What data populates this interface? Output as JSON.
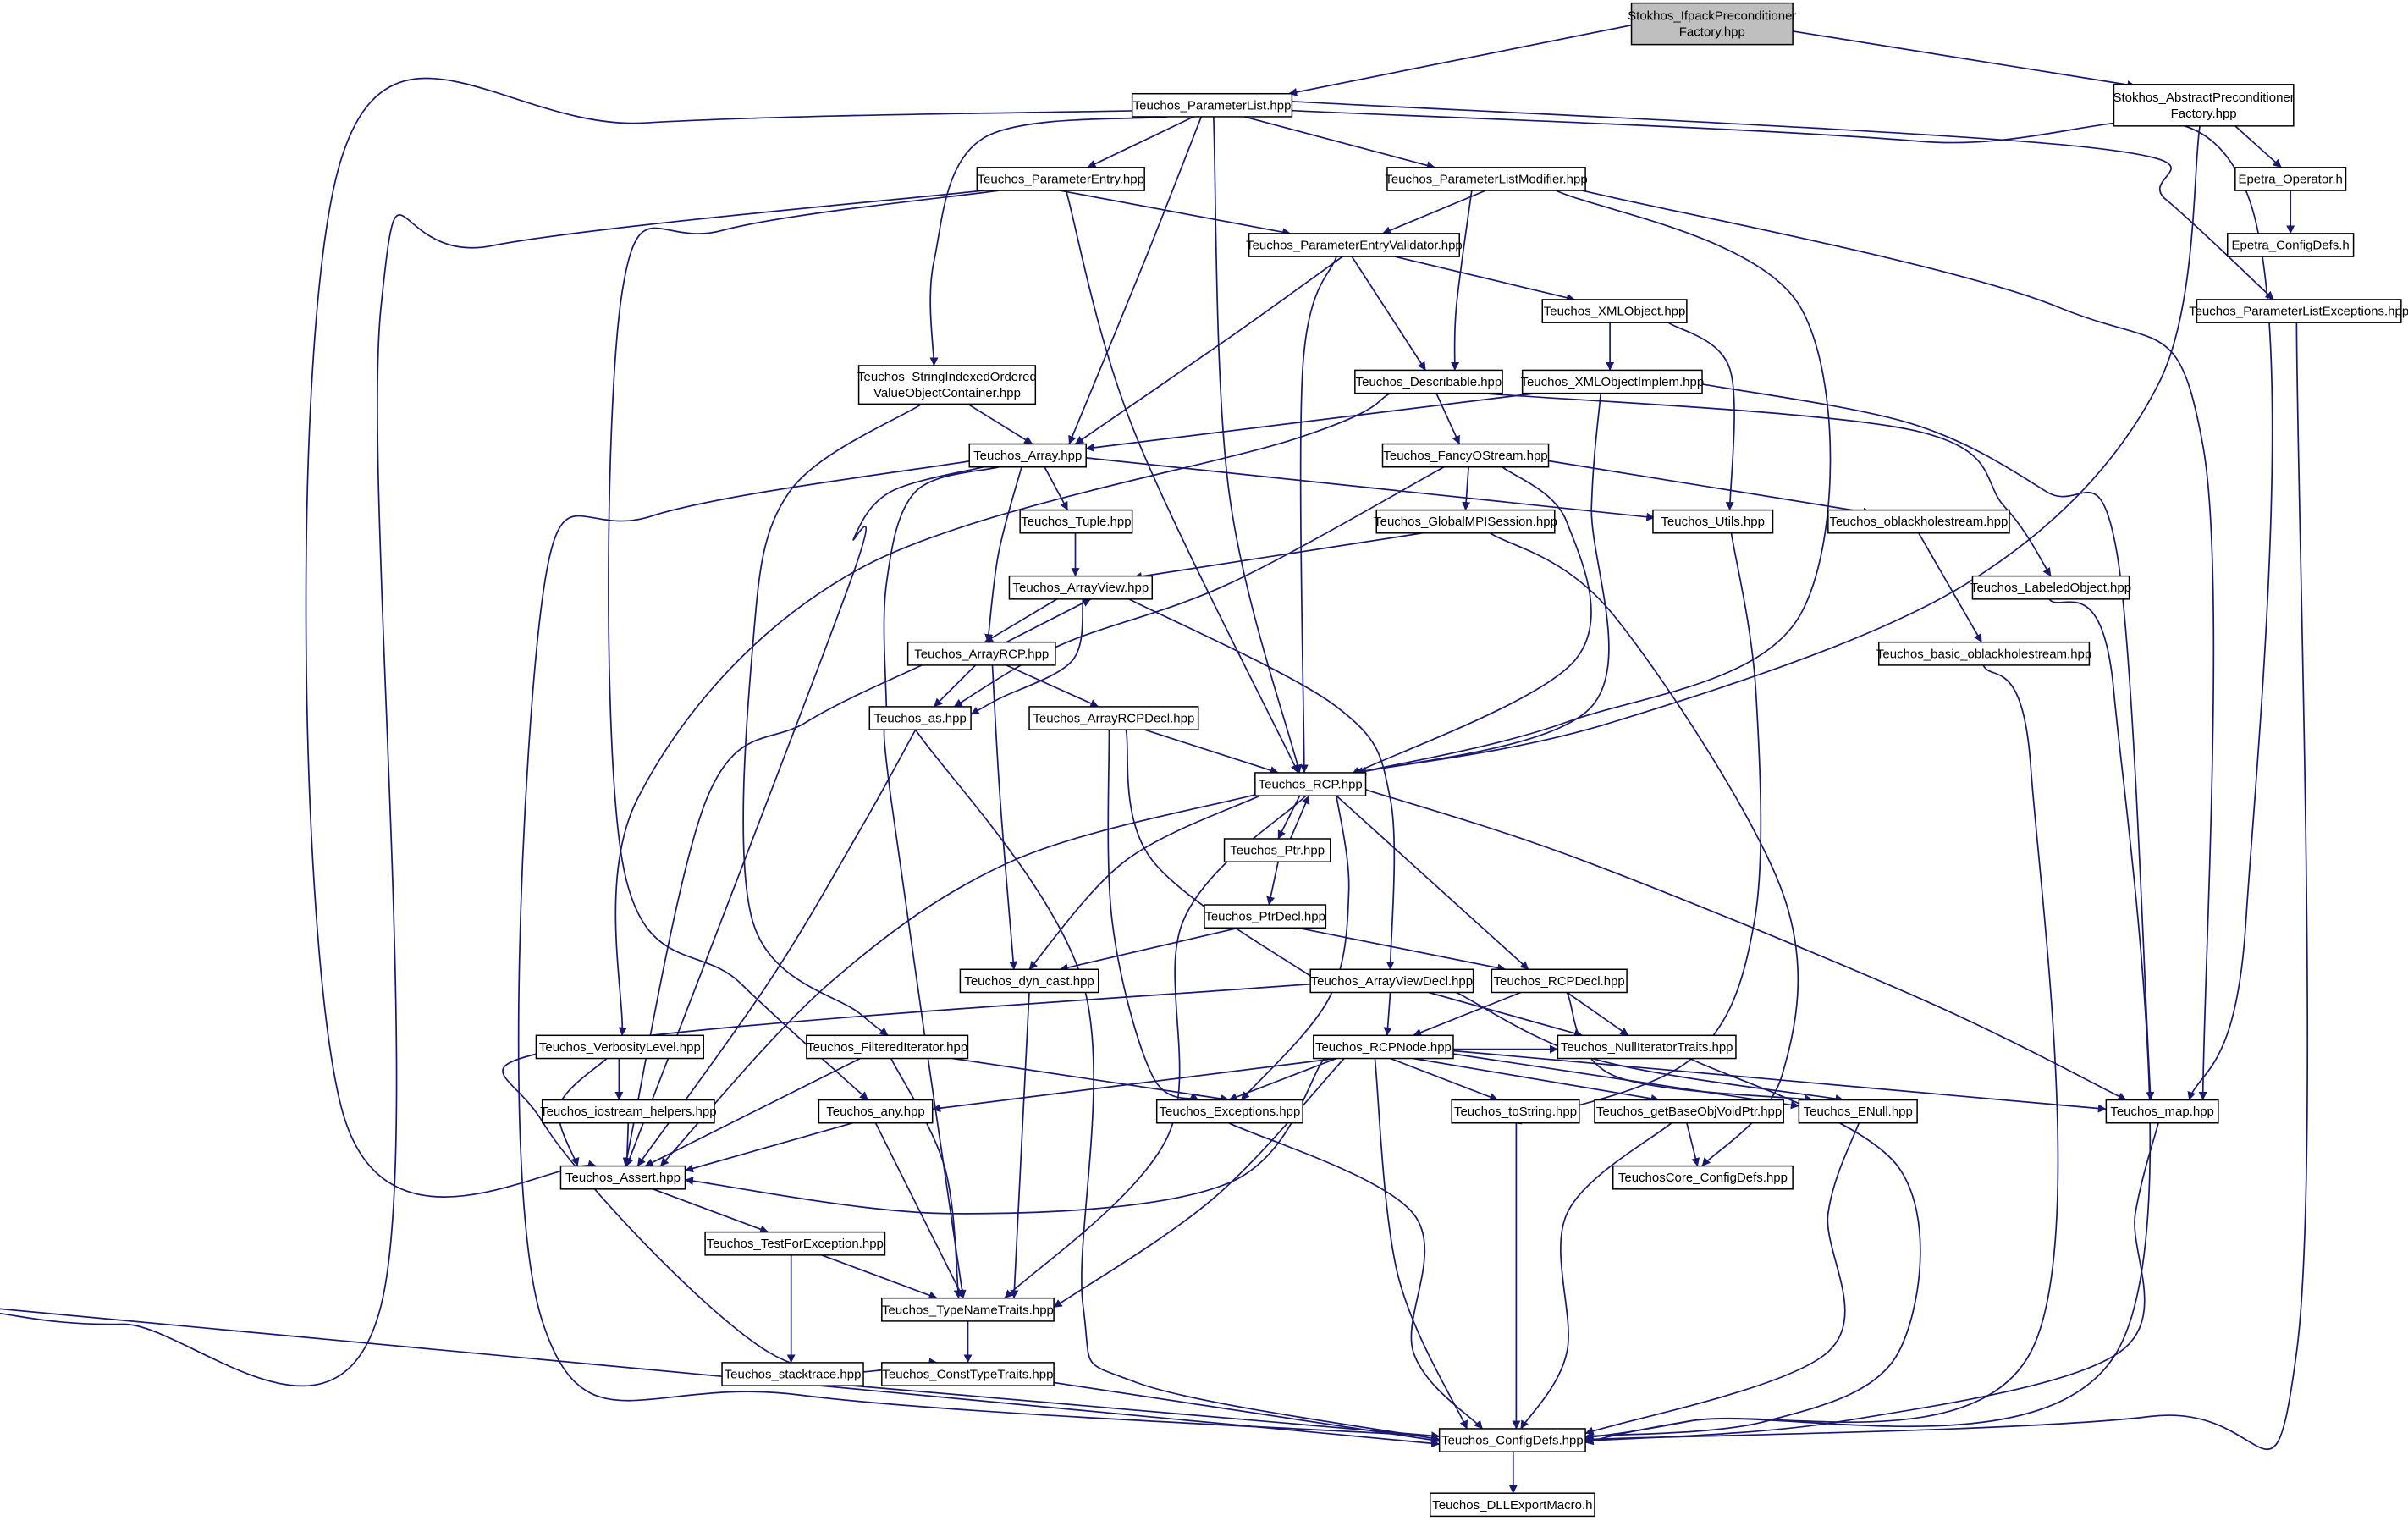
{
  "colors": {
    "edge": "#191970",
    "node_fill": "#ffffff",
    "root_fill": "#bfbfbf",
    "node_border": "#000000"
  },
  "nodes": {
    "root": {
      "lines": [
        "Stokhos_IfpackPreconditioner",
        "Factory.hpp"
      ]
    },
    "plist": {
      "lines": [
        "Teuchos_ParameterList.hpp"
      ]
    },
    "absprec": {
      "lines": [
        "Stokhos_AbstractPreconditioner",
        "Factory.hpp"
      ]
    },
    "pentry": {
      "lines": [
        "Teuchos_ParameterEntry.hpp"
      ]
    },
    "plmod": {
      "lines": [
        "Teuchos_ParameterListModifier.hpp"
      ]
    },
    "epop": {
      "lines": [
        "Epetra_Operator.h"
      ]
    },
    "epcfg": {
      "lines": [
        "Epetra_ConfigDefs.h"
      ]
    },
    "pev": {
      "lines": [
        "Teuchos_ParameterEntryValidator.hpp"
      ]
    },
    "plexc": {
      "lines": [
        "Teuchos_ParameterListExceptions.hpp"
      ]
    },
    "xmlobj": {
      "lines": [
        "Teuchos_XMLObject.hpp"
      ]
    },
    "sivovc": {
      "lines": [
        "Teuchos_StringIndexedOrdered",
        "ValueObjectContainer.hpp"
      ]
    },
    "describ": {
      "lines": [
        "Teuchos_Describable.hpp"
      ]
    },
    "xmlimpl": {
      "lines": [
        "Teuchos_XMLObjectImplem.hpp"
      ]
    },
    "array": {
      "lines": [
        "Teuchos_Array.hpp"
      ]
    },
    "fancy": {
      "lines": [
        "Teuchos_FancyOStream.hpp"
      ]
    },
    "tuple": {
      "lines": [
        "Teuchos_Tuple.hpp"
      ]
    },
    "gmpi": {
      "lines": [
        "Teuchos_GlobalMPISession.hpp"
      ]
    },
    "utils": {
      "lines": [
        "Teuchos_Utils.hpp"
      ]
    },
    "obhole": {
      "lines": [
        "Teuchos_oblackholestream.hpp"
      ]
    },
    "arrview": {
      "lines": [
        "Teuchos_ArrayView.hpp"
      ]
    },
    "labeled": {
      "lines": [
        "Teuchos_LabeledObject.hpp"
      ]
    },
    "arrrcp": {
      "lines": [
        "Teuchos_ArrayRCP.hpp"
      ]
    },
    "basicob": {
      "lines": [
        "Teuchos_basic_oblackholestream.hpp"
      ]
    },
    "as": {
      "lines": [
        "Teuchos_as.hpp"
      ]
    },
    "arcpdecl": {
      "lines": [
        "Teuchos_ArrayRCPDecl.hpp"
      ]
    },
    "rcp": {
      "lines": [
        "Teuchos_RCP.hpp"
      ]
    },
    "ptr": {
      "lines": [
        "Teuchos_Ptr.hpp"
      ]
    },
    "ptrdecl": {
      "lines": [
        "Teuchos_PtrDecl.hpp"
      ]
    },
    "dyncast": {
      "lines": [
        "Teuchos_dyn_cast.hpp"
      ]
    },
    "avdecl": {
      "lines": [
        "Teuchos_ArrayViewDecl.hpp"
      ]
    },
    "rcpdecl": {
      "lines": [
        "Teuchos_RCPDecl.hpp"
      ]
    },
    "verb": {
      "lines": [
        "Teuchos_VerbosityLevel.hpp"
      ]
    },
    "filtit": {
      "lines": [
        "Teuchos_FilteredIterator.hpp"
      ]
    },
    "rcpnode": {
      "lines": [
        "Teuchos_RCPNode.hpp"
      ]
    },
    "nullit": {
      "lines": [
        "Teuchos_NullIteratorTraits.hpp"
      ]
    },
    "iohelp": {
      "lines": [
        "Teuchos_iostream_helpers.hpp"
      ]
    },
    "any": {
      "lines": [
        "Teuchos_any.hpp"
      ]
    },
    "exc": {
      "lines": [
        "Teuchos_Exceptions.hpp"
      ]
    },
    "tostr": {
      "lines": [
        "Teuchos_toString.hpp"
      ]
    },
    "gbovp": {
      "lines": [
        "Teuchos_getBaseObjVoidPtr.hpp"
      ]
    },
    "enull": {
      "lines": [
        "Teuchos_ENull.hpp"
      ]
    },
    "map": {
      "lines": [
        "Teuchos_map.hpp"
      ]
    },
    "assert": {
      "lines": [
        "Teuchos_Assert.hpp"
      ]
    },
    "corecfg": {
      "lines": [
        "TeuchosCore_ConfigDefs.hpp"
      ]
    },
    "tfe": {
      "lines": [
        "Teuchos_TestForException.hpp"
      ]
    },
    "tnt": {
      "lines": [
        "Teuchos_TypeNameTraits.hpp"
      ]
    },
    "stack": {
      "lines": [
        "Teuchos_stacktrace.hpp"
      ]
    },
    "ctt": {
      "lines": [
        "Teuchos_ConstTypeTraits.hpp"
      ]
    },
    "cfg": {
      "lines": [
        "Teuchos_ConfigDefs.hpp"
      ]
    },
    "dll": {
      "lines": [
        "Teuchos_DLLExportMacro.h"
      ]
    }
  }
}
